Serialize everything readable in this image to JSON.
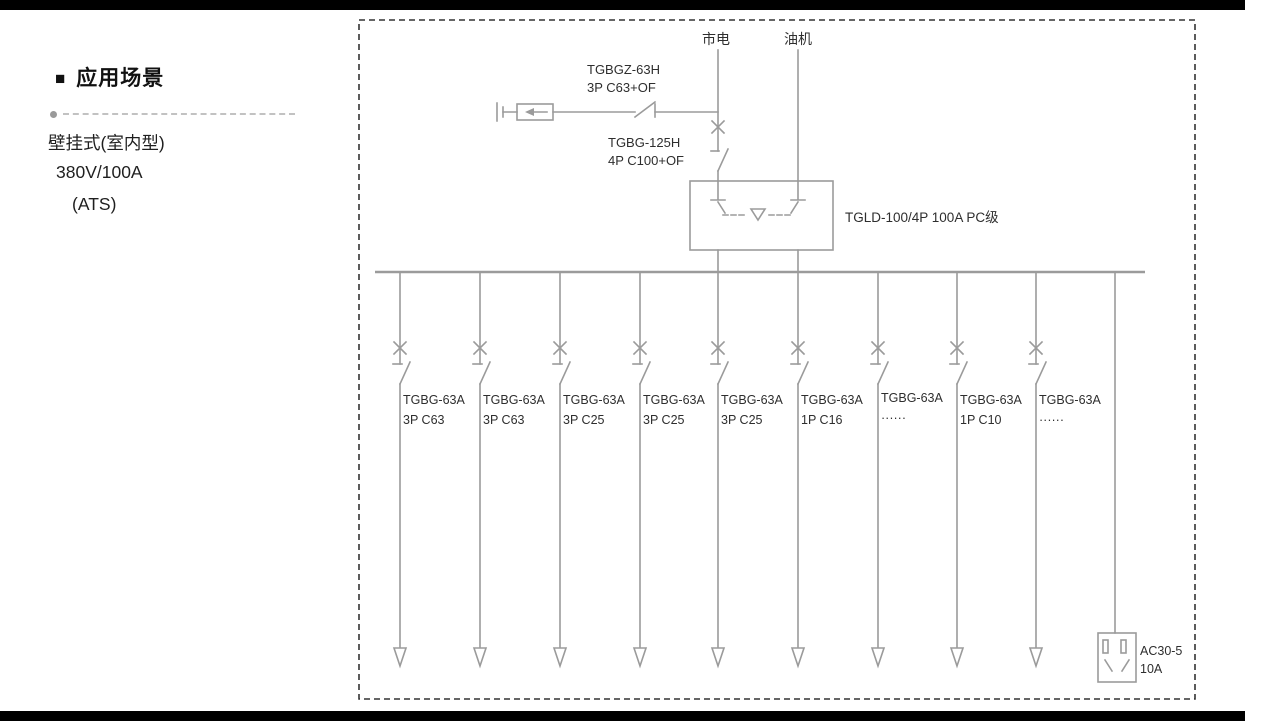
{
  "meta": {
    "line_color": "#9b9b9b",
    "text_color": "#2e2e2e",
    "border_color": "#333333",
    "bar_color": "#000000"
  },
  "left_panel": {
    "heading_bullet": "■",
    "heading_title": "应用场景",
    "spec_lines": [
      "壁挂式(室内型)",
      "380V/100A",
      "(ATS)"
    ]
  },
  "diagram": {
    "sources": {
      "mains": "市电",
      "generator": "油机"
    },
    "surge_breaker": {
      "line1": "TGBGZ-63H",
      "line2": "3P C63+OF"
    },
    "main_breaker": {
      "line1": "TGBG-125H",
      "line2": "4P C100+OF"
    },
    "ats": {
      "label": "TGLD-100/4P 100A PC级"
    },
    "branches": [
      {
        "line1": "TGBG-63A",
        "line2": "3P C63"
      },
      {
        "line1": "TGBG-63A",
        "line2": "3P C63"
      },
      {
        "line1": "TGBG-63A",
        "line2": "3P C25"
      },
      {
        "line1": "TGBG-63A",
        "line2": "3P C25"
      },
      {
        "line1": "TGBG-63A",
        "line2": "3P C25"
      },
      {
        "line1": "TGBG-63A",
        "line2": "1P C16"
      },
      {
        "line1": "TGBG-63A",
        "line2": "······"
      },
      {
        "line1": "TGBG-63A",
        "line2": "1P C10"
      },
      {
        "line1": "TGBG-63A",
        "line2": "······"
      }
    ],
    "socket": {
      "line1": "AC30-5",
      "line2": "10A"
    }
  }
}
